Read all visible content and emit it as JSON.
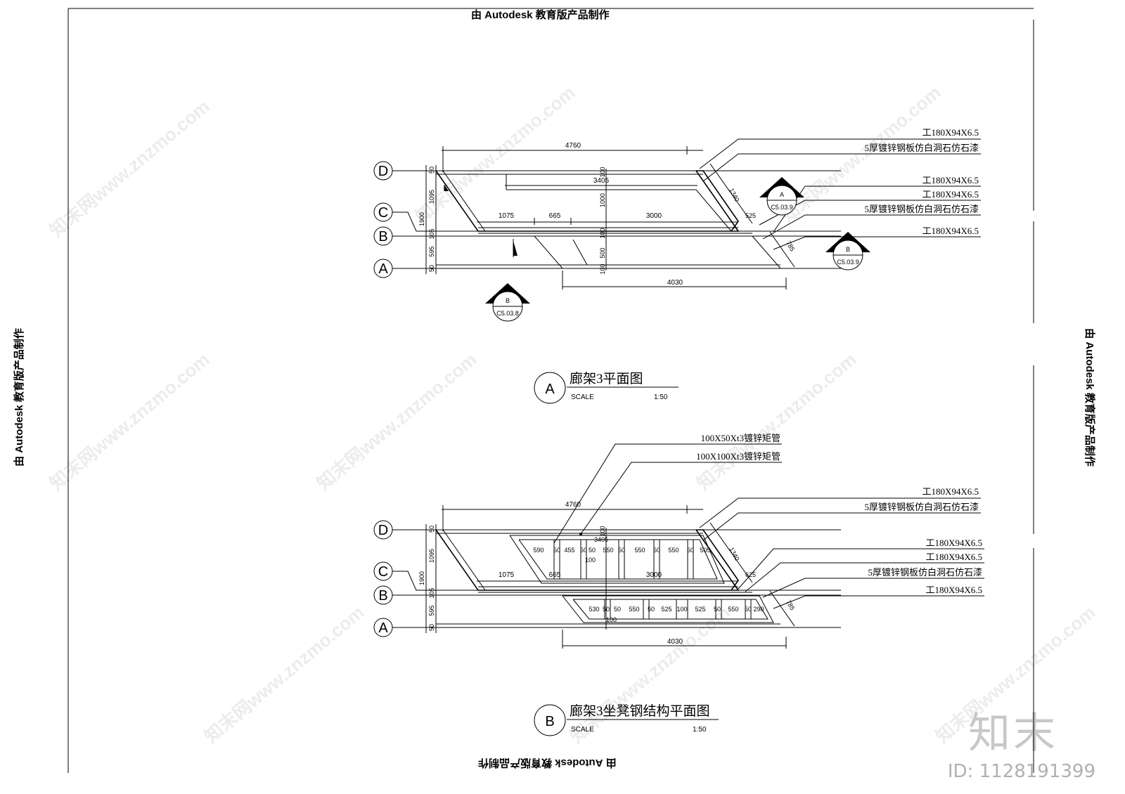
{
  "stamps": {
    "top": "由 Autodesk 教育版产品制作",
    "bottom": "由 Autodesk 教育版产品制作",
    "left": "由 Autodesk 教育版产品制作",
    "right": "由 Autodesk 教育版产品制作"
  },
  "watermark": {
    "text": "知末网www.znzmo.com",
    "logo": "知末",
    "id": "ID: 1128191399"
  },
  "axes": [
    "D",
    "C",
    "B",
    "A"
  ],
  "plan_a": {
    "title_letter": "A",
    "title": "廊架3平面图",
    "scale_label": "SCALE",
    "scale_value": "1:50",
    "dims": {
      "total": "4760",
      "inner": "3405",
      "bottom": "4030",
      "seg1": "1075",
      "seg2": "665",
      "seg3": "3000",
      "diag1": "1340",
      "diag2": "525",
      "diag3": "785",
      "v1": "50",
      "v2": "1095",
      "v3": "1900",
      "v4": "105",
      "v5": "595",
      "v6": "50",
      "c1": "100",
      "c2": "1000",
      "c3": "100",
      "c4": "500",
      "c5": "100"
    },
    "labels": [
      "工180X94X6.5",
      "5厚镀锌钢板仿白洞石仿石漆",
      "工180X94X6.5",
      "工180X94X6.5",
      "5厚镀锌钢板仿白洞石仿石漆",
      "工180X94X6.5"
    ],
    "markers": [
      {
        "letter": "A",
        "ref": "C5.03.9"
      },
      {
        "letter": "B",
        "ref": "C5.03.9"
      },
      {
        "letter": "B",
        "ref": "C5.03.8"
      }
    ]
  },
  "plan_b": {
    "title_letter": "B",
    "title": "廊架3坐凳钢结构平面图",
    "scale_label": "SCALE",
    "scale_value": "1:50",
    "top_labels": [
      "100X50Xt3镀锌矩管",
      "100X100Xt3镀锌矩管"
    ],
    "dims": {
      "total": "4760",
      "inner": "3405",
      "bottom": "4030",
      "seg1": "1075",
      "seg2": "665",
      "seg3": "3000",
      "diag1": "1340",
      "diag2": "625",
      "diag3": "785",
      "v1": "50",
      "v2": "1095",
      "v3": "1900",
      "v4": "105",
      "v5": "595",
      "v6": "50",
      "row1": [
        "590",
        "50",
        "455",
        "50",
        "50",
        "550",
        "50",
        "550",
        "50",
        "505"
      ],
      "row2": [
        "530",
        "50",
        "50",
        "550",
        "50",
        "525",
        "100",
        "525",
        "50",
        "550",
        "50",
        "290"
      ],
      "c100a": "100",
      "c100b": "100",
      "c100c": "100"
    },
    "labels": [
      "工180X94X6.5",
      "5厚镀锌钢板仿白洞石仿石漆",
      "工180X94X6.5",
      "工180X94X6.5",
      "5厚镀锌钢板仿白洞石仿石漆",
      "工180X94X6.5"
    ]
  }
}
